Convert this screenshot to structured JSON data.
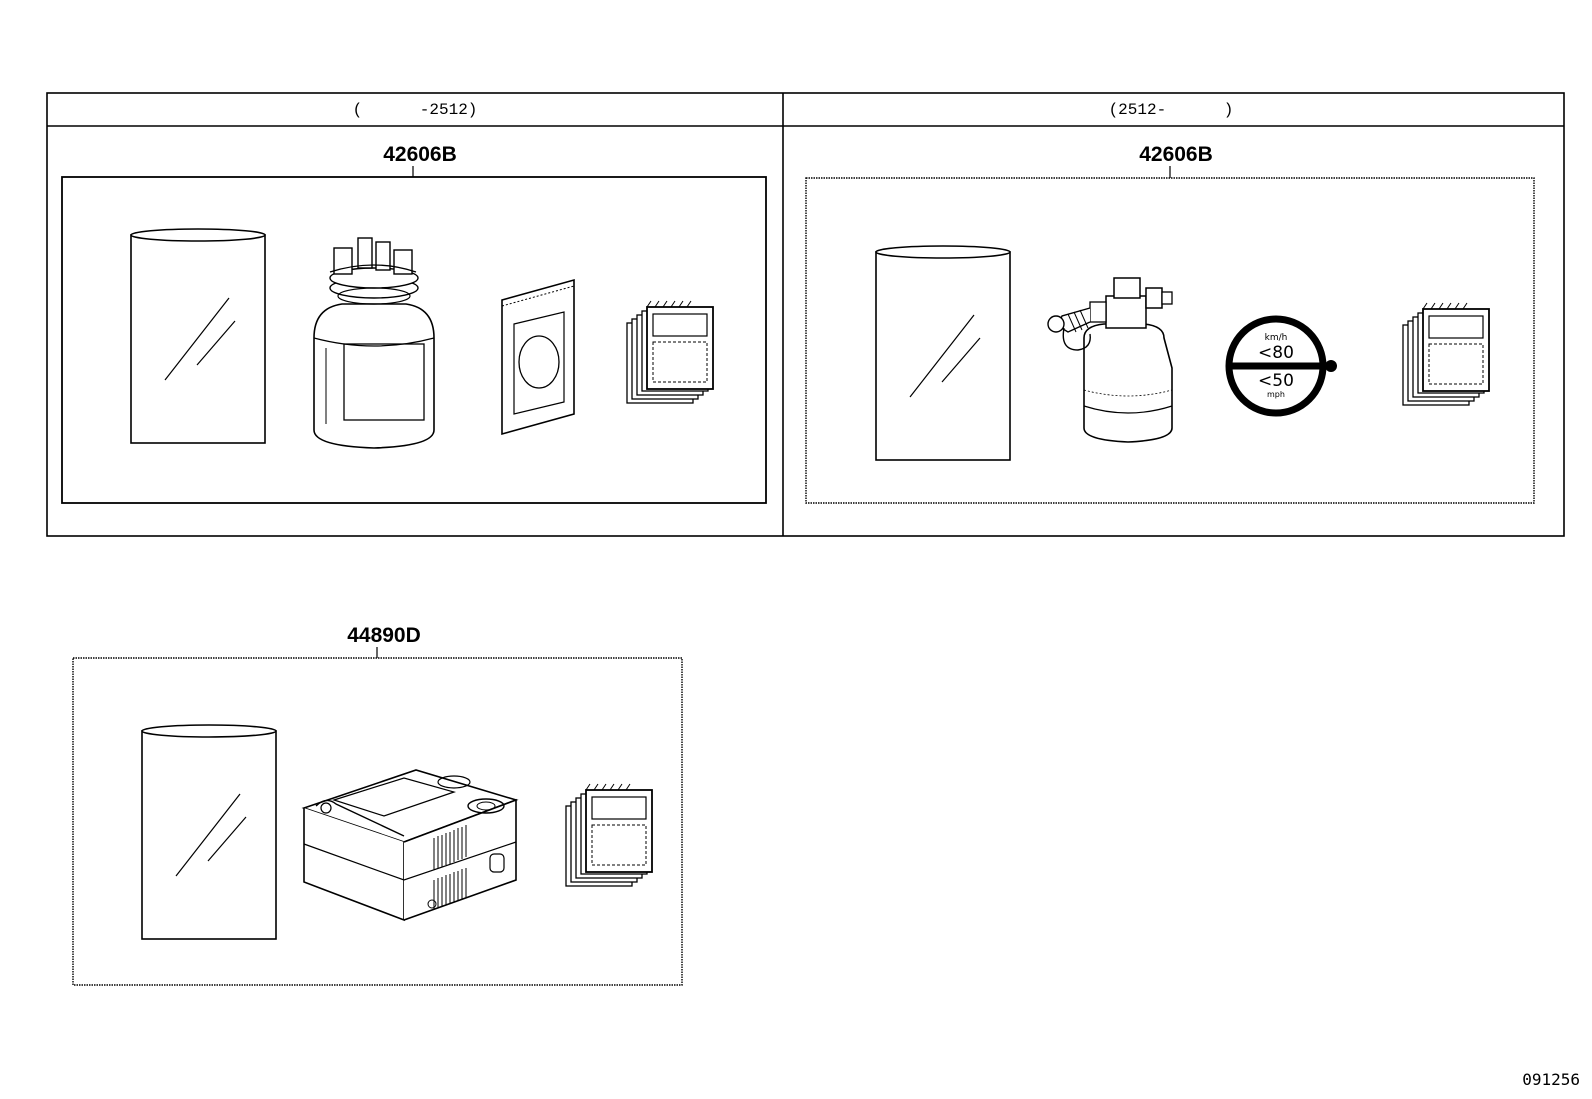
{
  "figure_id": "091256",
  "panels": {
    "left": {
      "period_label": "(      -2512)",
      "part_number": "42606B"
    },
    "right": {
      "period_label": "(2512-      )",
      "part_number": "42606B",
      "speed_label": {
        "unit_top": "km/h",
        "value_top": "<80",
        "value_bottom": "<50",
        "unit_bottom": "mph"
      }
    }
  },
  "lower": {
    "part_number": "44890D"
  },
  "icons": [
    "bag-icon",
    "sealant-bottle-icon",
    "sticker-packet-icon",
    "manual-booklet-icon",
    "sealant-bottle-with-hose-icon",
    "speed-limit-label-icon",
    "air-compressor-icon"
  ]
}
